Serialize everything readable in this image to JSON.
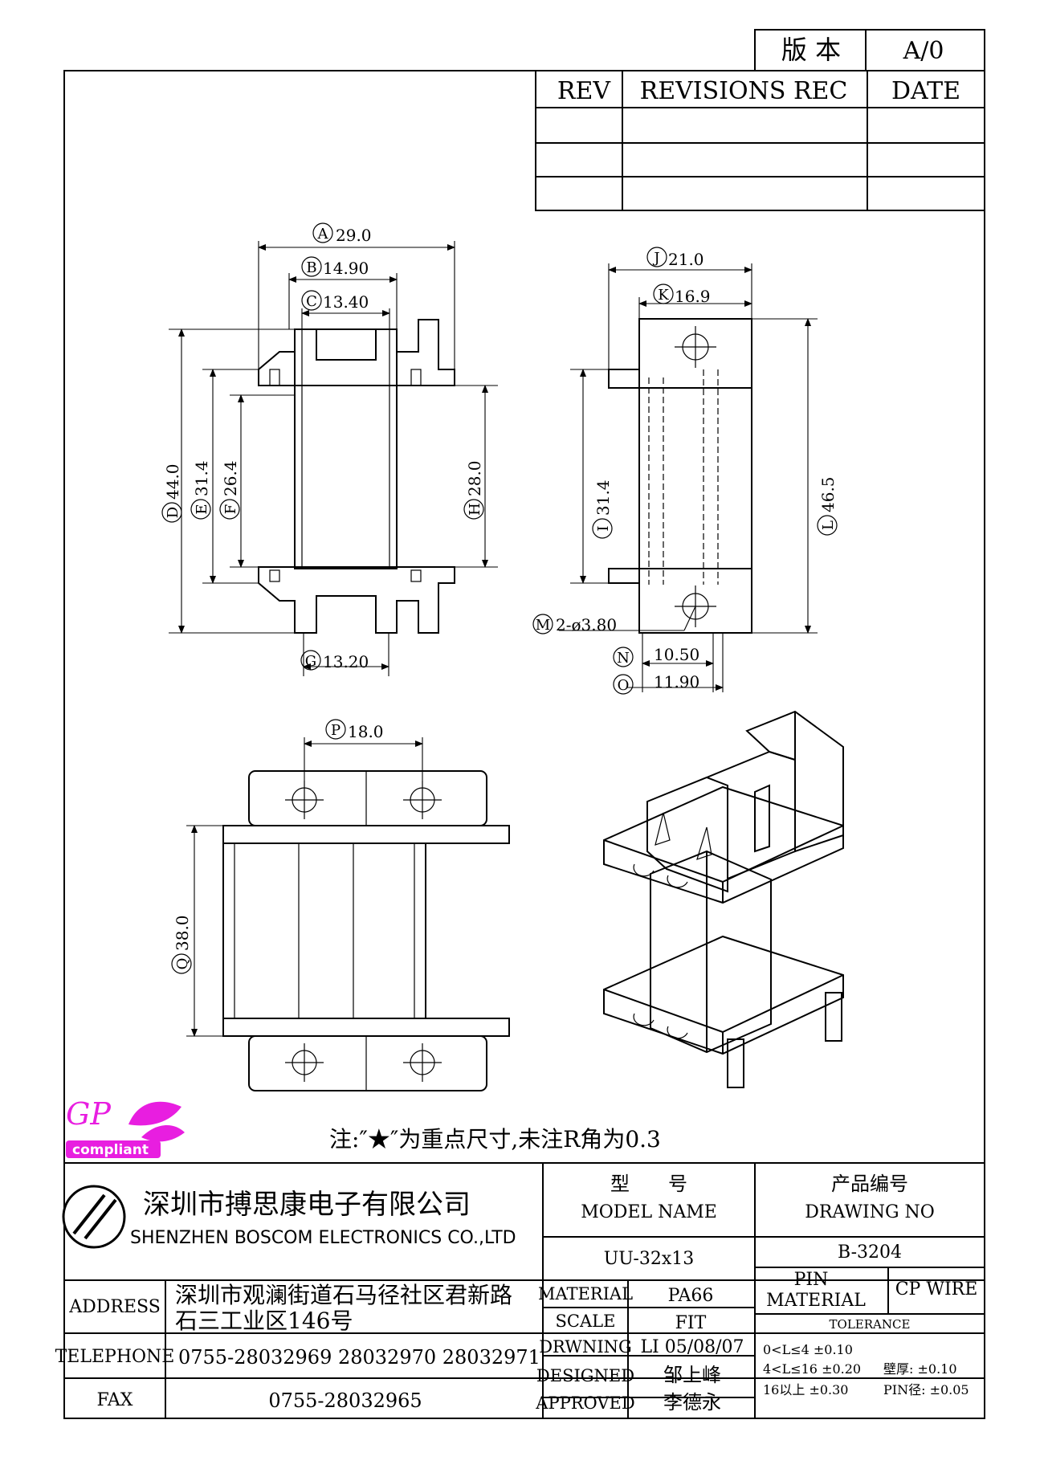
{
  "version_box": {
    "label": "版 本",
    "value": "A/0"
  },
  "revisions": {
    "rev": "REV",
    "rec": "REVISIONS REC",
    "date": "DATE"
  },
  "dims": {
    "A": "29.0",
    "B": "14.90",
    "C": "13.40",
    "D": "44.0",
    "E": "31.4",
    "F": "26.4",
    "G": "13.20",
    "H": "28.0",
    "J": "21.0",
    "K": "16.9",
    "I": "31.4",
    "L": "46.5",
    "M": "2-ø3.80",
    "N": "10.50",
    "O": "11.90",
    "P": "18.0",
    "Q": "38.0"
  },
  "note": "注:″★″为重点尺寸,未注R角为0.3",
  "logo": {
    "gp": "GP",
    "compliant": "compliant"
  },
  "company": {
    "cn": "深圳市搏思康电子有限公司",
    "en": "SHENZHEN BOSCOM ELECTRONICS CO.,LTD"
  },
  "model": {
    "label_cn": "型　　号",
    "label_en": "MODEL NAME",
    "value": "UU-32x13"
  },
  "drawing_no": {
    "label_cn": "产品编号",
    "label_en": "DRAWING NO",
    "value": "B-3204"
  },
  "address": {
    "label": "ADDRESS",
    "line1": "深圳市观澜街道石马径社区君新路",
    "line2": "石三工业区146号"
  },
  "telephone": {
    "label": "TELEPHONE",
    "value": "0755-28032969 28032970 28032971"
  },
  "fax": {
    "label": "FAX",
    "value": "0755-28032965"
  },
  "material": {
    "label": "MATERIAL",
    "value": "PA66"
  },
  "scale": {
    "label": "SCALE",
    "value": "FIT"
  },
  "drawing": {
    "label": "DRWNING",
    "value": "LI 05/08/07"
  },
  "designed": {
    "label": "DESIGNED",
    "value": "邹上峰"
  },
  "approved": {
    "label": "APPROVED",
    "value": "李德永"
  },
  "pin": {
    "label1": "PIN",
    "label2": "MATERIAL",
    "value": "CP WIRE"
  },
  "tolerance": {
    "label": "TOLERANCE",
    "r1": "0<L≤4  ±0.10",
    "r2": "4<L≤16 ±0.20",
    "r3": "16以上    ±0.30",
    "wall": "壁厚:  ±0.10",
    "pind": "PIN径: ±0.05"
  },
  "colors": {
    "logo_magenta": "#e81ee0"
  }
}
